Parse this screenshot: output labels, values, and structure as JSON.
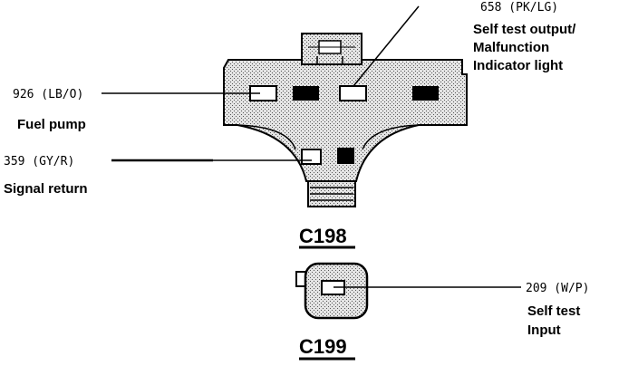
{
  "connectors": [
    {
      "id": "C198"
    },
    {
      "id": "C199"
    }
  ],
  "circuits": [
    {
      "code": "658 (PK/LG)",
      "desc_lines": [
        "Self test output/",
        "Malfunction",
        "Indicator light"
      ]
    },
    {
      "code": "926 (LB/O)",
      "desc_lines": [
        "Fuel pump"
      ]
    },
    {
      "code": "359 (GY/R)",
      "desc_lines": [
        "Signal return"
      ]
    },
    {
      "code": "209 (W/P)",
      "desc_lines": [
        "Self test",
        "Input"
      ]
    }
  ]
}
